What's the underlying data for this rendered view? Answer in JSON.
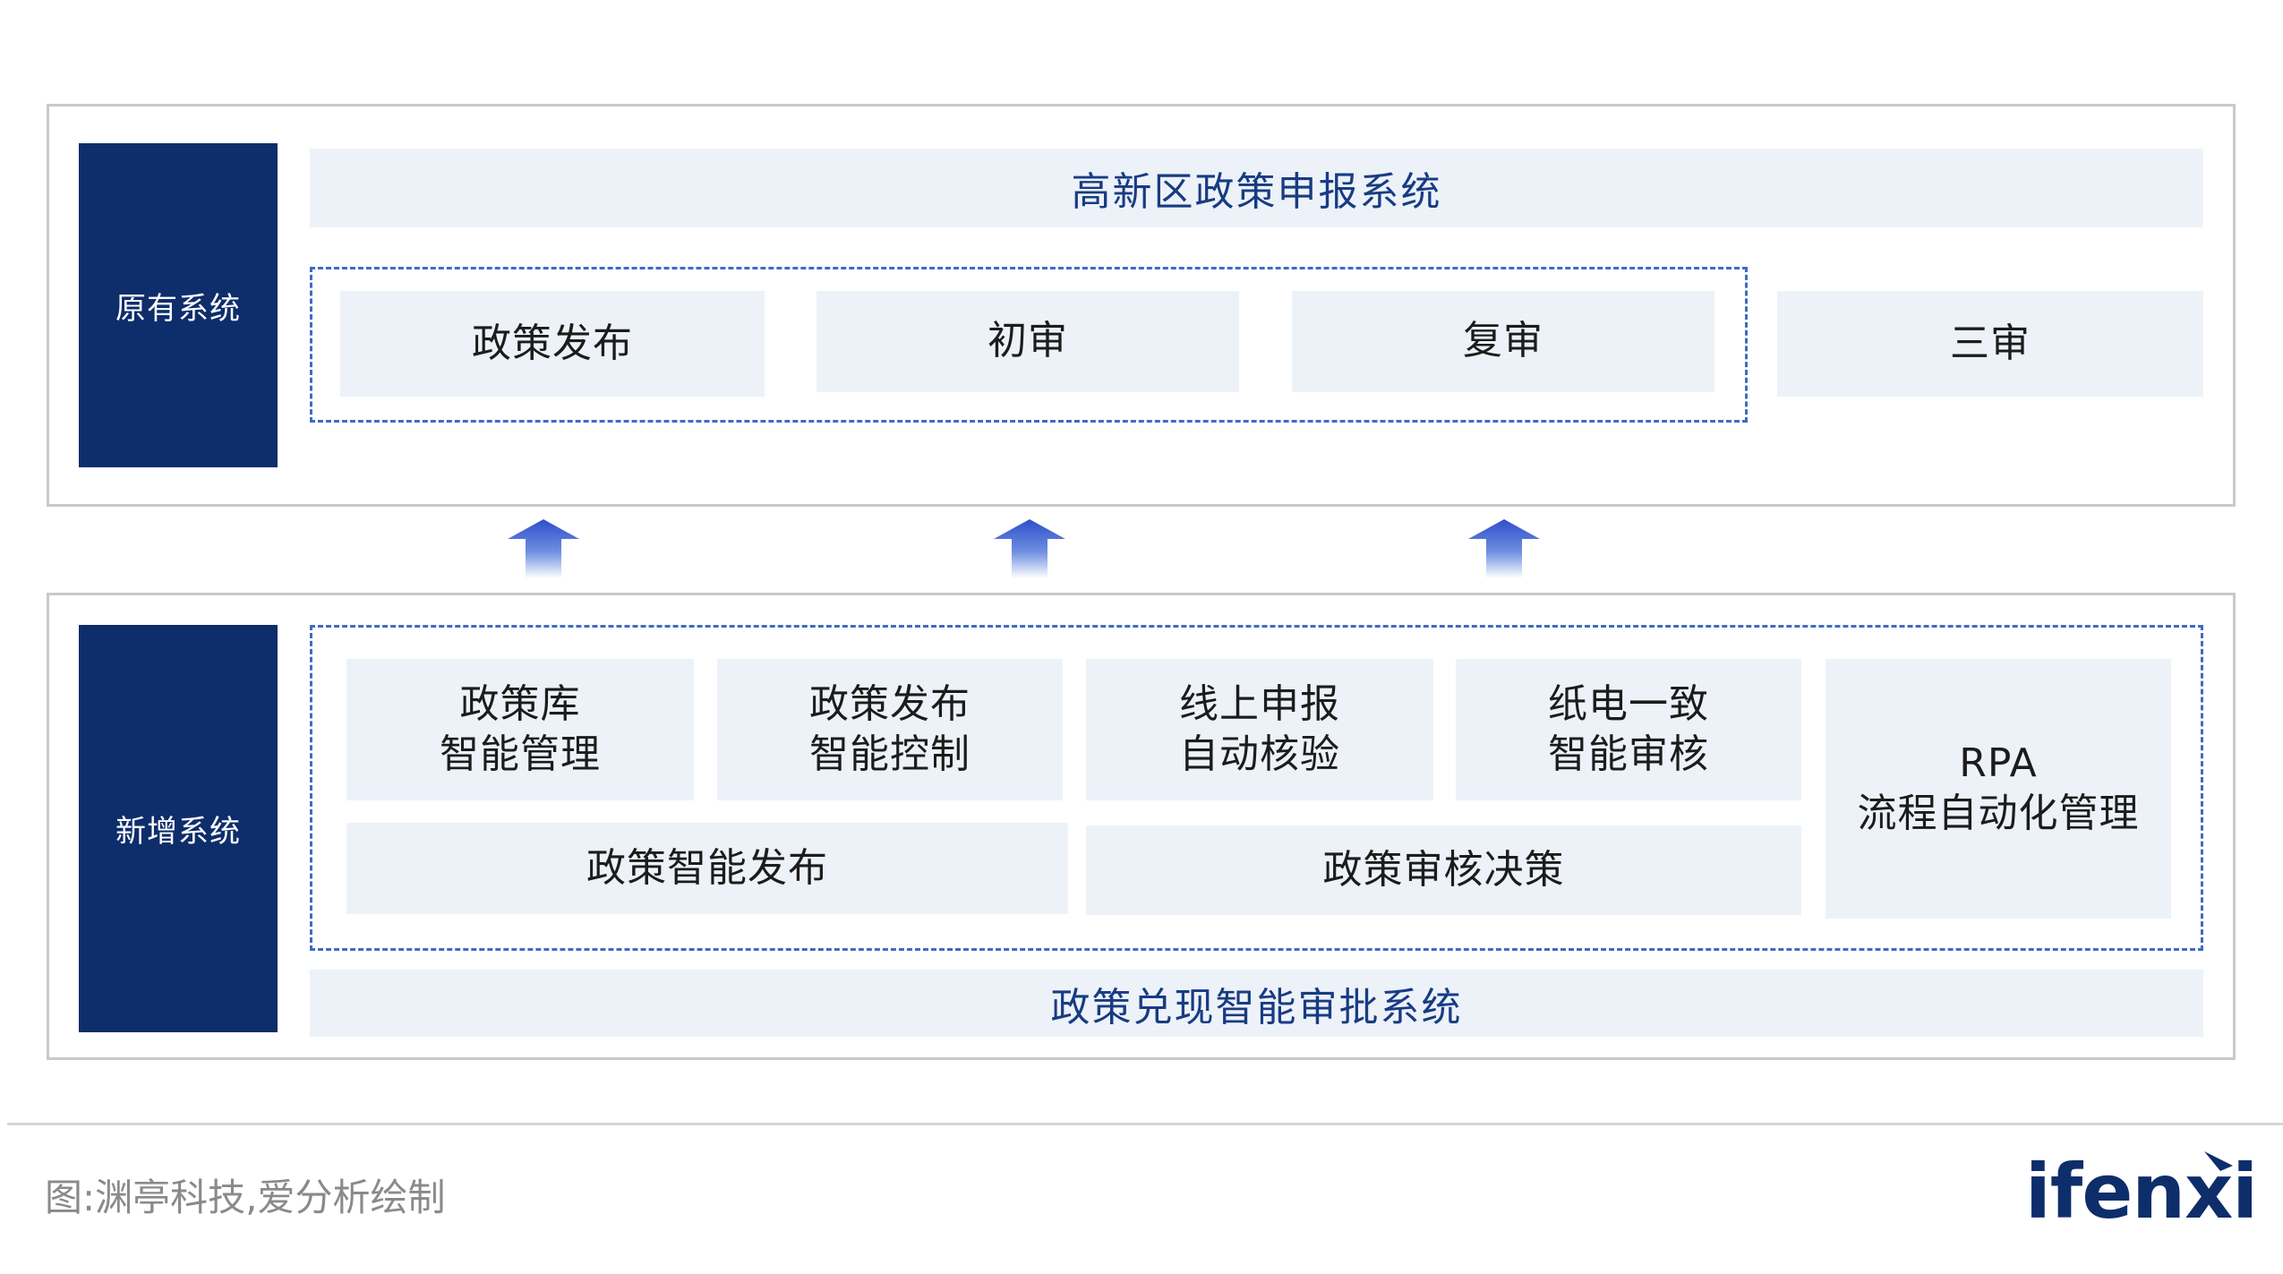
{
  "legacy": {
    "label": "原有系统",
    "title": "高新区政策申报系统",
    "steps": [
      "政策发布",
      "初审",
      "复审"
    ],
    "extra_step": "三审"
  },
  "new_system": {
    "label": "新增系统",
    "modules": [
      {
        "line1": "政策库",
        "line2": "智能管理"
      },
      {
        "line1": "政策发布",
        "line2": "智能控制"
      },
      {
        "line1": "线上申报",
        "line2": "自动核验"
      },
      {
        "line1": "纸电一致",
        "line2": "智能审核"
      }
    ],
    "rpa": {
      "line1": "RPA",
      "line2": "流程自动化管理"
    },
    "bottom_modules": [
      "政策智能发布",
      "政策审核决策"
    ],
    "title": "政策兑现智能审批系统"
  },
  "footer": {
    "source": "图:渊亭科技,爱分析绘制",
    "logo": "ifenxi"
  },
  "colors": {
    "navy": "#0e2d6b",
    "box_fill": "#edf2f9",
    "dash_blue": "#3f6bc3",
    "title_text": "#183c82"
  }
}
